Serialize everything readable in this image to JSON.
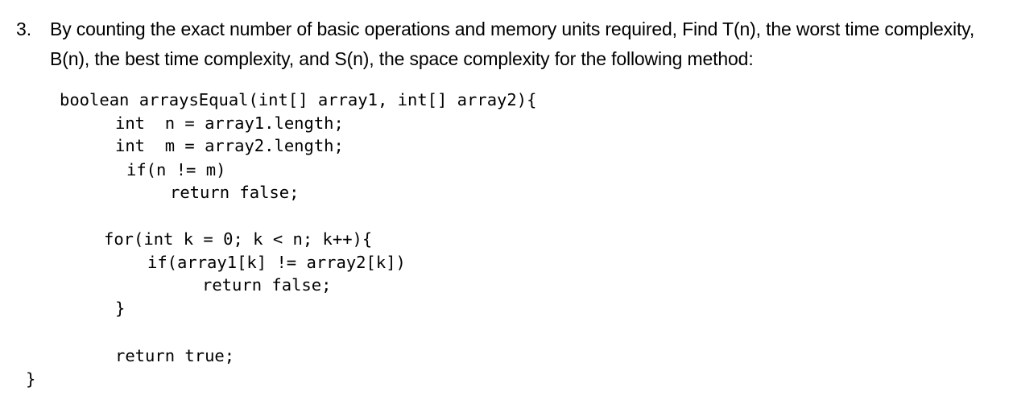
{
  "question": {
    "number": "3.",
    "text": "By counting the exact number of basic operations and memory units required, Find T(n), the worst time complexity, B(n), the best time complexity, and S(n), the space complexity  for the following method:"
  },
  "code": {
    "lines": [
      "boolean arraysEqual(int[] array1, int[] array2){",
      "int  n = array1.length;",
      "int  m = array2.length;",
      "if(n != m)",
      "return false;",
      "for(int k = 0; k < n; k++){",
      "if(array1[k] != array2[k])",
      "return false;",
      "}",
      "return true;",
      "}"
    ]
  }
}
